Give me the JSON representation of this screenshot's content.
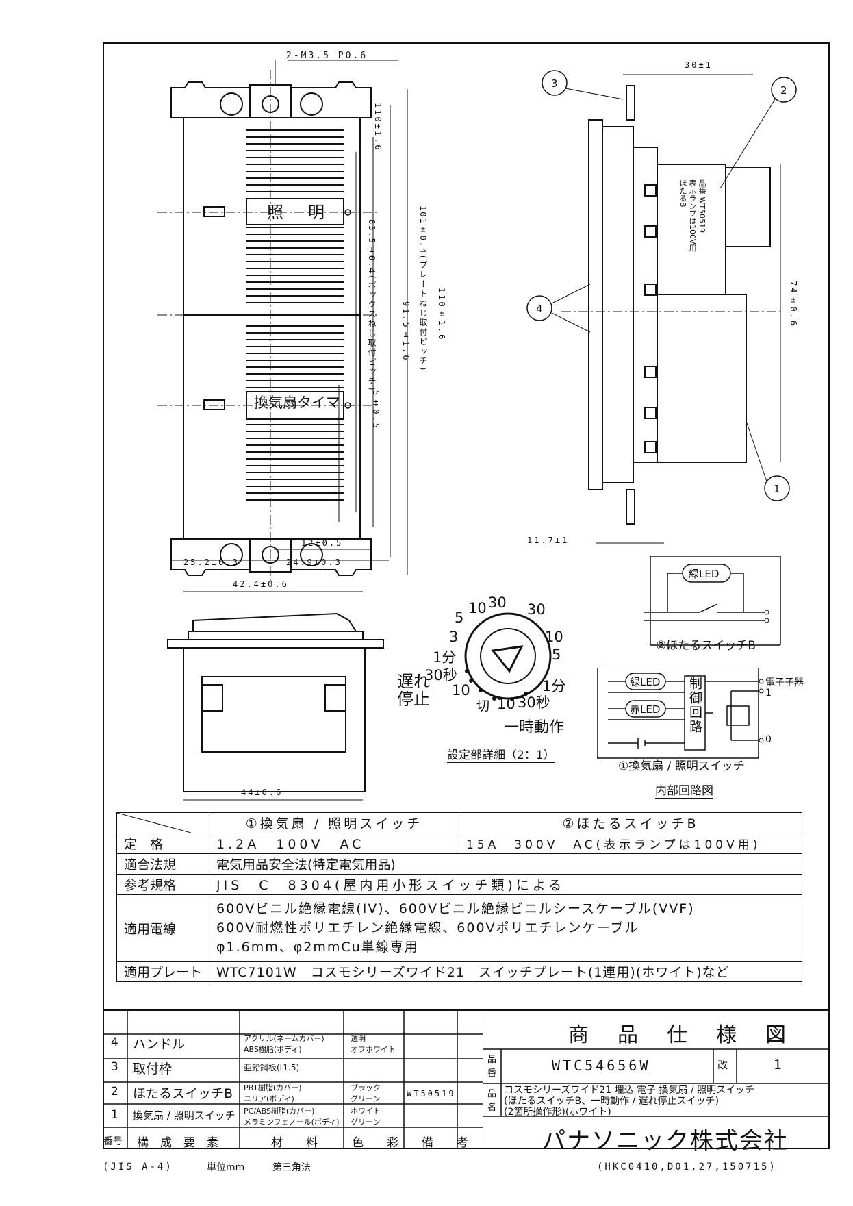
{
  "drawing": {
    "front_dims": {
      "screw": "2-M3.5 P0.6",
      "box_pitch": "83.5±0.4(ボックスねじ取付ピッチ)",
      "plate_pitch": "101±0.4(プレートねじ取付ピッチ)",
      "d915": "91.5±1.6",
      "d110": "110±1.6",
      "d5": "5±0.5",
      "d12": "12±0.5",
      "d252": "25.2±0.3",
      "d249": "24.9±0.3"
    },
    "labels": {
      "top": "照　明",
      "bottom": "換気扇タイマ"
    },
    "side_dims": {
      "d30": "30±1",
      "d74": "74±0.6",
      "d117": "11.7±1"
    },
    "side_label": [
      "品番",
      "WT50519",
      "表示ランプは100V用",
      "ほたるB"
    ],
    "bottom_dims": {
      "d424": "42.4±0.6",
      "d44": "44±0.6"
    },
    "callouts": [
      "1",
      "2",
      "3",
      "4"
    ]
  },
  "dial": {
    "outer_top": [
      "5",
      "10",
      "30",
      "30"
    ],
    "left": [
      "3",
      "1分",
      "30秒",
      "10"
    ],
    "right": [
      "10",
      "5",
      "1分",
      "30秒"
    ],
    "bottom": [
      "切",
      "10"
    ],
    "mode_left": "遅れ\n停止",
    "mode_right": "一時動作",
    "caption": "設定部詳細（2：1）"
  },
  "circuits": {
    "hotaru": {
      "led": "緑LED",
      "caption": "②ほたるスイッチB"
    },
    "fan": {
      "led1": "緑LED",
      "led2": "赤LED",
      "ctrl": "制御回路",
      "terminal_title": "電子子器",
      "t1": "1",
      "t0": "0",
      "caption": "①換気扇 / 照明スイッチ"
    },
    "title": "内部回路図"
  },
  "spec": {
    "col1": "①換気扇 / 照明スイッチ",
    "col2": "②ほたるスイッチB",
    "rows": [
      {
        "label": "定　格",
        "v1": "1.2A　100V　AC",
        "v2": "15A　300V　AC(表示ランプは100V用)"
      },
      {
        "label": "適合法規",
        "v": "電気用品安全法(特定電気用品)"
      },
      {
        "label": "参考規格",
        "v": "JIS　C　8304(屋内用小形スイッチ類)による"
      },
      {
        "label": "適用電線",
        "lines": [
          "600Vビニル絶縁電線(IV)、600Vビニル絶縁ビニルシースケーブル(VVF)",
          "600V耐燃性ポリエチレン絶縁電線、600Vポリエチレンケーブル",
          "φ1.6mm、φ2mmCu単線専用"
        ]
      },
      {
        "label": "適用プレート",
        "v": "WTC7101W　コスモシリーズワイド21　スイッチプレート(1連用)(ホワイト)など"
      }
    ]
  },
  "parts": {
    "rows": [
      {
        "no": "4",
        "name": "ハンドル",
        "materials": [
          "アクリル(ネームカバー)",
          "ABS樹脂(ボディ)"
        ],
        "colors": [
          "透明",
          "オフホワイト"
        ],
        "note": ""
      },
      {
        "no": "3",
        "name": "取付枠",
        "materials": [
          "亜鉛鋼板(t1.5)"
        ],
        "colors": [
          ""
        ],
        "note": ""
      },
      {
        "no": "2",
        "name": "ほたるスイッチB",
        "materials": [
          "PBT樹脂(カバー)",
          "ユリア(ボディ)"
        ],
        "colors": [
          "ブラック",
          "グリーン"
        ],
        "note": "WT50519"
      },
      {
        "no": "1",
        "name": "換気扇 / 照明スイッチ",
        "materials": [
          "PC/ABS樹脂(カバー)",
          "メラミンフェノール(ボディ)"
        ],
        "colors": [
          "ホワイト",
          "グリーン"
        ],
        "note": ""
      }
    ],
    "header": {
      "no": "番号",
      "name": "構　成　要　素",
      "material": "材　　料",
      "color": "色　　彩",
      "note": "備　　考"
    }
  },
  "title_block": {
    "title": "商　品　仕　様　図",
    "hinban_label": "品番",
    "hinban": "WTC54656W",
    "rev_label": "改",
    "rev": "1",
    "name_label": "品名",
    "name_lines": [
      "コスモシリーズワイド21 埋込 電子 換気扇 / 照明スイッチ",
      "(ほたるスイッチB、一時動作 / 遅れ停止スイッチ)",
      "(2箇所操作形)(ホワイト)"
    ],
    "company": "パナソニック株式会社"
  },
  "footer": {
    "left": "(JIS A-4)",
    "unit": "単位mm",
    "angle": "第三角法",
    "right": "(HKC0410,D01,27,150715)"
  }
}
